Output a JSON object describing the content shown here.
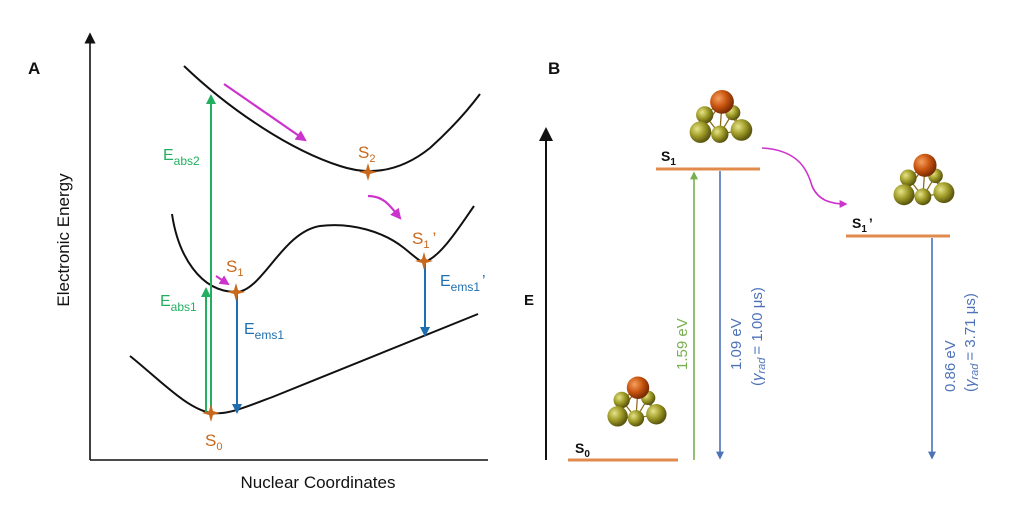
{
  "panel_a": {
    "label": "A",
    "y_axis_label": "Electronic Energy",
    "x_axis_label": "Nuclear Coordinates",
    "states": {
      "s0": {
        "base": "S",
        "sub": "0"
      },
      "s1": {
        "base": "S",
        "sub": "1"
      },
      "s2": {
        "base": "S",
        "sub": "2"
      },
      "s1p": {
        "base": "S",
        "sub": "1",
        "suffix": "’"
      }
    },
    "transitions": {
      "abs2": {
        "base": "E",
        "sub": "abs2"
      },
      "abs1": {
        "base": "E",
        "sub": "abs1"
      },
      "ems1": {
        "base": "E",
        "sub": "ems1"
      },
      "ems1p": {
        "base": "E",
        "sub": "ems1",
        "suffix": "’"
      }
    }
  },
  "panel_b": {
    "label": "B",
    "axis_label": "E",
    "states": {
      "s0": {
        "base": "S",
        "sub": "0"
      },
      "s1": {
        "base": "S",
        "sub": "1"
      },
      "s1p": {
        "base": "S",
        "sub": "1",
        "suffix": "’"
      }
    },
    "absorption_label": "1.59 eV",
    "emission1": {
      "energy": "1.09 eV",
      "gamma": "= 1.00 μs"
    },
    "emission2": {
      "energy": "0.86 eV",
      "gamma": "= 3.71 μs"
    },
    "gamma_symbol": "γ",
    "gamma_sub": "rad"
  },
  "colors": {
    "absorption_green": "#22b060",
    "emission_blue": "#1f6fb0",
    "state_orange": "#c8681c",
    "relax_magenta": "#cc33cc",
    "curve_black": "#111111",
    "level_orange": "#e08a4c",
    "b_abs_green": "#78b050",
    "b_ems_blue": "#4d72b8",
    "cluster_gold": "#9a9a20",
    "cluster_center": "#c85010"
  }
}
